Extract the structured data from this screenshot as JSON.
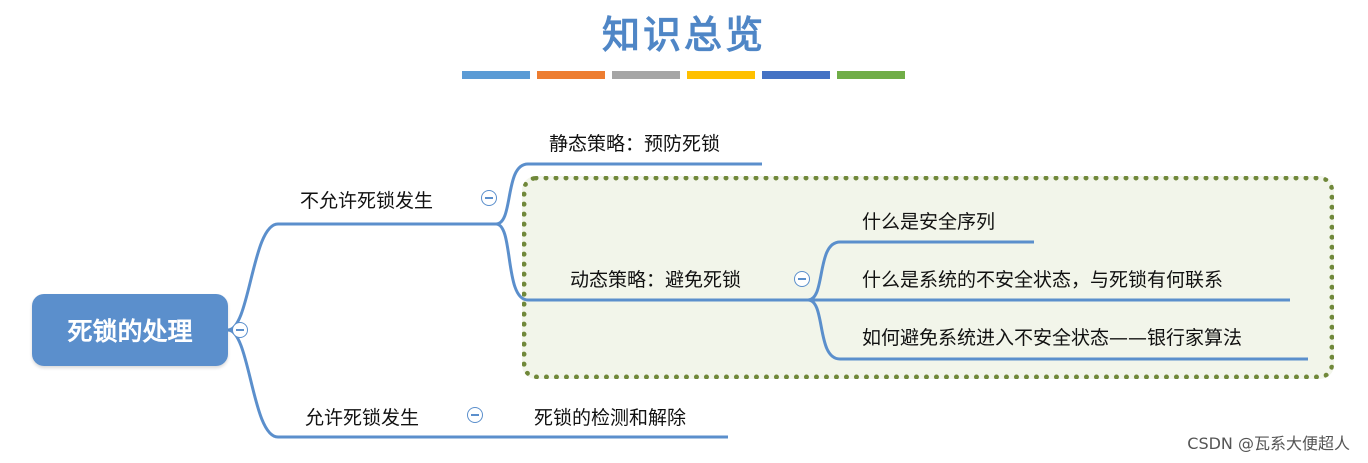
{
  "title": "知识总览",
  "title_color": "#4f86c6",
  "color_bars": [
    "#5b9bd5",
    "#ed7d31",
    "#a5a5a5",
    "#ffc000",
    "#4472c4",
    "#70ad47"
  ],
  "root": {
    "label": "死锁的处理",
    "color": "#5b8fcc"
  },
  "branches": {
    "prevent": "不允许死锁发生",
    "static": "静态策略：预防死锁",
    "dynamic": "动态策略：避免死锁",
    "safe_seq": "什么是安全序列",
    "unsafe_state": "什么是系统的不安全状态，与死锁有何联系",
    "avoid": "如何避免系统进入不安全状态——银行家算法",
    "allow": "允许死锁发生",
    "detect": "死锁的检测和解除"
  },
  "line_color": "#5b8fcc",
  "group_fill": "#f2f5ea",
  "credit": "CSDN @瓦系大便超人"
}
